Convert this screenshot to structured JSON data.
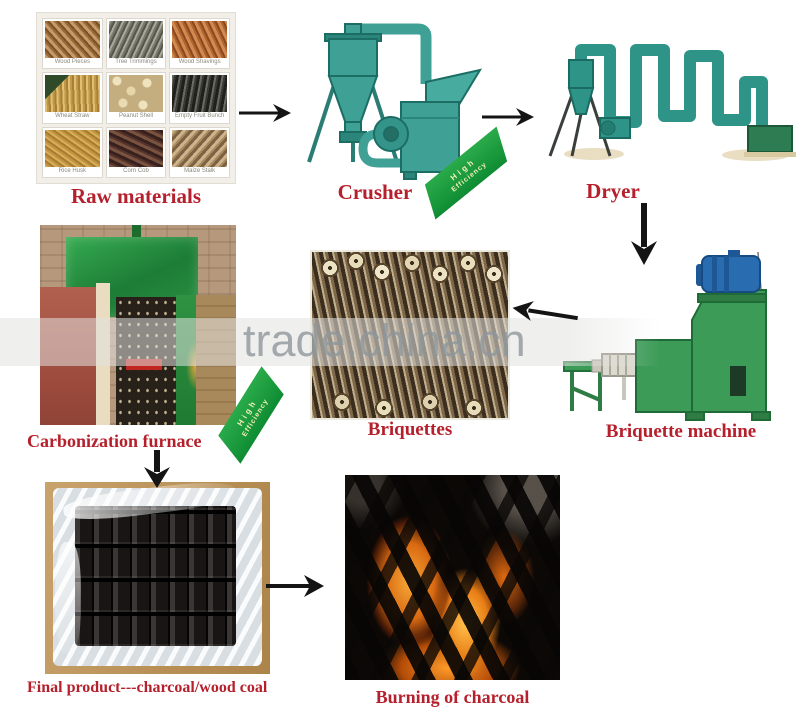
{
  "page": {
    "background": "#ffffff",
    "watermark_text": "trade.china.cn",
    "accent_color": "#b5202c",
    "machine_color": "#3fa096",
    "ribbon_color": "#1fa03c"
  },
  "badge": {
    "line1": "High",
    "line2": "Efficiency"
  },
  "steps": {
    "raw_materials": {
      "label": "Raw materials"
    },
    "crusher": {
      "label": "Crusher"
    },
    "dryer": {
      "label": "Dryer"
    },
    "briquette_machine": {
      "label": "Briquette machine"
    },
    "briquettes": {
      "label": "Briquettes"
    },
    "carbonization_furnace": {
      "label": "Carbonization furnace"
    },
    "final_product": {
      "label": "Final product---charcoal/wood coal"
    },
    "burning": {
      "label": "Burning of charcoal"
    }
  },
  "raw_materials": {
    "items": [
      {
        "name": "Wood Pieces"
      },
      {
        "name": "Tree Trimmings"
      },
      {
        "name": "Wood Shavings"
      },
      {
        "name": "Wheat Straw"
      },
      {
        "name": "Peanut Shell"
      },
      {
        "name": "Empty Fruit Bunch"
      },
      {
        "name": "Rice Husk"
      },
      {
        "name": "Corn Cob"
      },
      {
        "name": "Maize Stalk"
      }
    ]
  }
}
